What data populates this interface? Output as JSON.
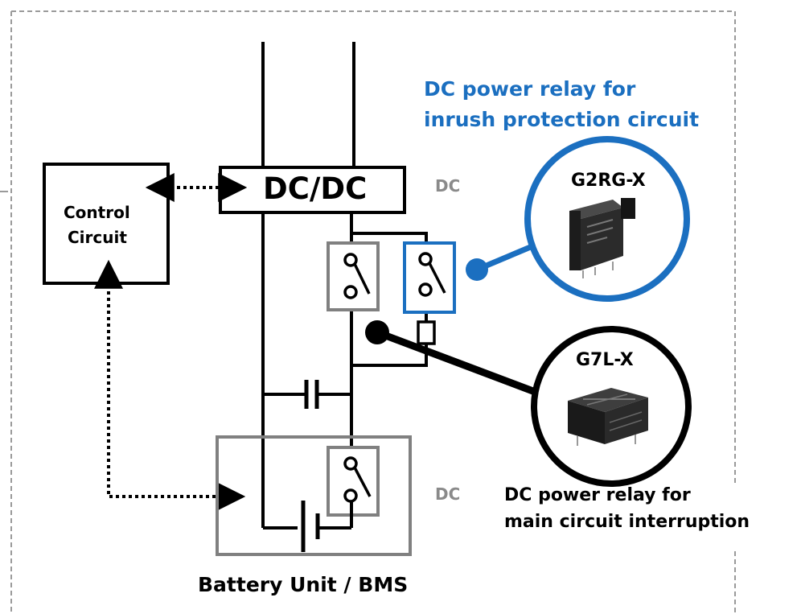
{
  "colors": {
    "line": "#000000",
    "gray_box": "#808080",
    "blue_accent": "#1b6fc0",
    "dashed_frame": "#9a9a9a",
    "label_gray": "#8a8a8a"
  },
  "labels": {
    "inrush_relay_title_line1": "DC power relay for",
    "inrush_relay_title_line2": "inrush protection circuit",
    "main_relay_title_line1": "DC power relay for",
    "main_relay_title_line2": "main circuit interruption",
    "dcdc": "DC/DC",
    "dc_top": "DC",
    "dc_bottom": "DC",
    "control_line1": "Control",
    "control_line2": "Circuit",
    "g2rg_model": "G2RG-X",
    "g7l_model": "G7L-X",
    "battery": "Battery Unit / BMS"
  },
  "icons": {
    "g2rg_product": "relay-product-photo",
    "g7l_product": "relay-product-photo",
    "battery_symbol": "battery-icon",
    "capacitor_symbol": "capacitor-icon",
    "relay_contact_symbol": "relay-contact-icon"
  }
}
